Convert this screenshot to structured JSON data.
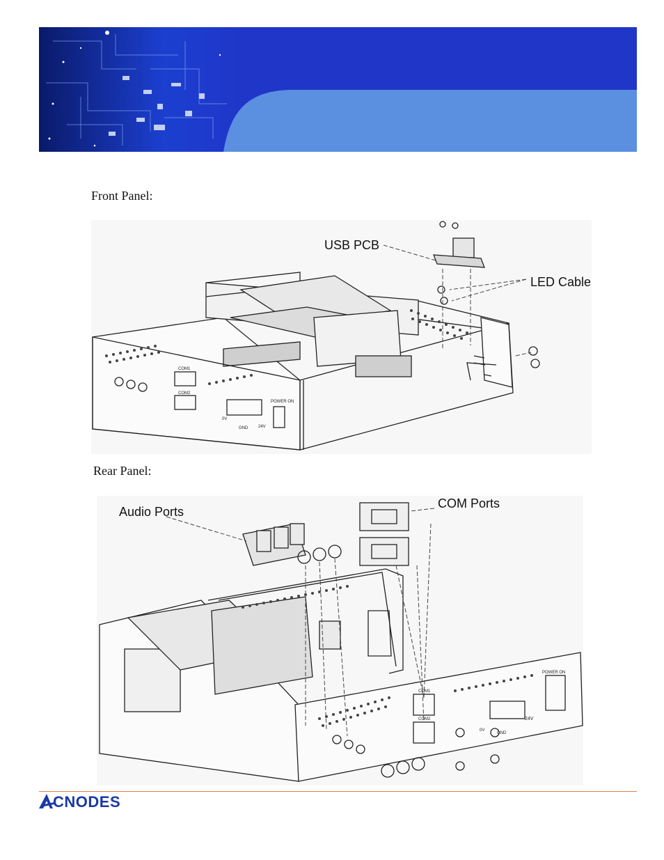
{
  "sections": {
    "front_label": "Front Panel:",
    "rear_label": "Rear Panel:"
  },
  "front_figure": {
    "callouts": {
      "usb_pcb": "USB PCB",
      "led_cable": "LED Cable"
    },
    "panel_marks": {
      "com1": "COM1",
      "com2": "COM2",
      "power_on": "POWER ON",
      "zero_v": "0V",
      "gnd": "GND",
      "v24": "24V"
    }
  },
  "rear_figure": {
    "callouts": {
      "audio_ports": "Audio Ports",
      "com_ports": "COM Ports"
    },
    "panel_marks": {
      "com1": "COM1",
      "com2": "COM2",
      "power_on": "POWER ON",
      "zero_v": "0V",
      "gnd": "GND",
      "v24": "24V"
    }
  },
  "footer": {
    "logo_text": "CNODES"
  },
  "colors": {
    "banner_blue": "#1f36c8",
    "banner_light": "#5b8fe0",
    "footer_rule": "#d9804a",
    "logo_blue": "#1b3aa6"
  }
}
